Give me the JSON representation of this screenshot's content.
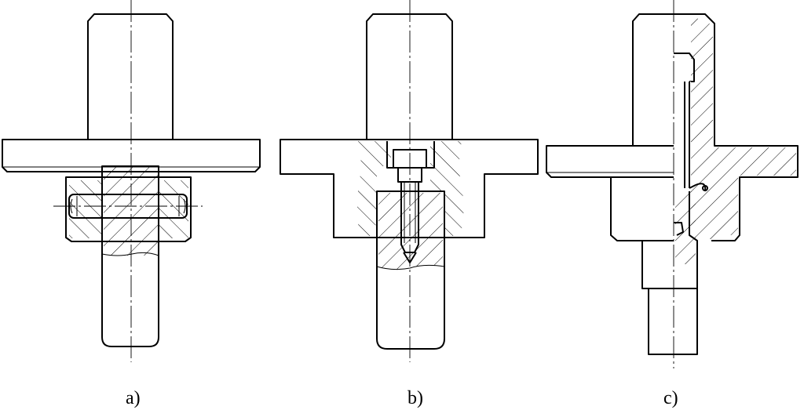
{
  "labels": {
    "a": "a)",
    "b": "b)",
    "c": "c)"
  },
  "colors": {
    "ink": "#000000",
    "paper": "#ffffff"
  }
}
